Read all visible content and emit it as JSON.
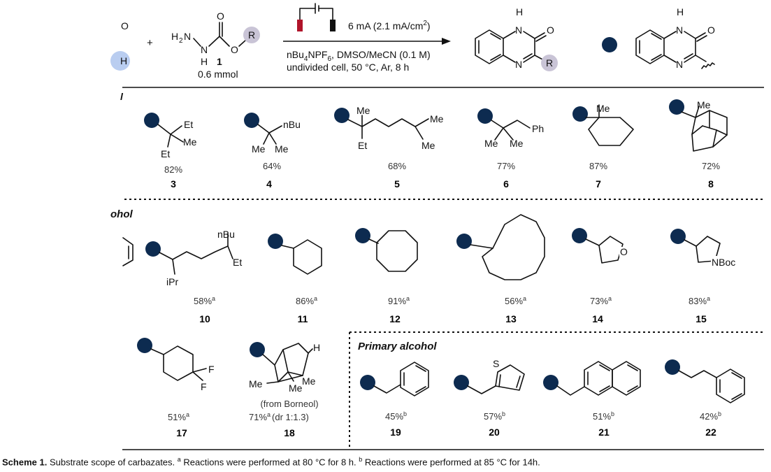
{
  "reaction": {
    "reagent_name": "H2N–NH–C(=O)–O–R",
    "h2n": "H",
    "two": "2",
    "n": "N",
    "h": "H",
    "c_o": "O",
    "o_link": "O",
    "r": "R",
    "compound_label": "1",
    "amount": "0.6 mmol",
    "plus": "+",
    "current_main": "6 mA (2.1 mA/cm",
    "current_sup": "2",
    "current_close": ")",
    "conditions_1a": "nBu",
    "conditions_1sub": "4",
    "conditions_1b": "NPF",
    "conditions_1sub2": "6",
    "conditions_1c": ", DMSO/MeCN (0.1 M)",
    "conditions_2": "undivided  cell, 50 °C, Ar, 8 h",
    "edge_left_top": "O",
    "edge_left_bottom": "H"
  },
  "product": {
    "nh": "H",
    "n_top": "N",
    "o": "O",
    "n_bottom": "N",
    "r": "R"
  },
  "sections": {
    "secondary_fragment": "ohol",
    "primary": "Primary alcohol",
    "tertiary_fragment": "l"
  },
  "compounds": [
    {
      "id": "3",
      "yield": "82%",
      "sup": "",
      "labels": [
        "Et",
        "Et",
        "Me"
      ]
    },
    {
      "id": "4",
      "yield": "64%",
      "sup": "",
      "labels": [
        "nBu",
        "Me",
        "Me"
      ]
    },
    {
      "id": "5",
      "yield": "68%",
      "sup": "",
      "labels": [
        "Me",
        "Et",
        "Me",
        "Me"
      ]
    },
    {
      "id": "6",
      "yield": "77%",
      "sup": "",
      "labels": [
        "Ph",
        "Me",
        "Me"
      ]
    },
    {
      "id": "7",
      "yield": "87%",
      "sup": "",
      "labels": [
        "Me"
      ]
    },
    {
      "id": "8",
      "yield": "72%",
      "sup": "",
      "labels": [
        "Me"
      ]
    },
    {
      "id": "10",
      "yield": "58%",
      "sup": "a",
      "labels": [
        "nBu",
        "Et",
        "iPr"
      ]
    },
    {
      "id": "11",
      "yield": "86%",
      "sup": "a",
      "labels": []
    },
    {
      "id": "12",
      "yield": "91%",
      "sup": "a",
      "labels": []
    },
    {
      "id": "13",
      "yield": "56%",
      "sup": "a",
      "labels": []
    },
    {
      "id": "14",
      "yield": "73%",
      "sup": "a",
      "labels": [
        "O"
      ]
    },
    {
      "id": "15",
      "yield": "83%",
      "sup": "a",
      "labels": [
        "NBoc"
      ]
    },
    {
      "id": "17",
      "yield": "51%",
      "sup": "a",
      "labels": [
        "F",
        "F"
      ]
    },
    {
      "id": "18",
      "yield": "71%",
      "sup": "a",
      "extra": "(dr 1:1.3)",
      "note": "(from Borneol)",
      "labels": [
        "H",
        "Me",
        "Me",
        "Me"
      ]
    },
    {
      "id": "19",
      "yield": "45%",
      "sup": "b",
      "labels": []
    },
    {
      "id": "20",
      "yield": "57%",
      "sup": "b",
      "labels": [
        "S"
      ]
    },
    {
      "id": "21",
      "yield": "51%",
      "sup": "b",
      "labels": []
    },
    {
      "id": "22",
      "yield": "42%",
      "sup": "b",
      "labels": []
    }
  ],
  "caption": {
    "bold": "Scheme 1.",
    "text1": " Substrate scope of carbazates. ",
    "a": "a",
    "text2": " Reactions were performed at 80 °C for 8 h.  ",
    "b": "b",
    "text3": " Reactions were performed at 85 °C for 14h."
  }
}
